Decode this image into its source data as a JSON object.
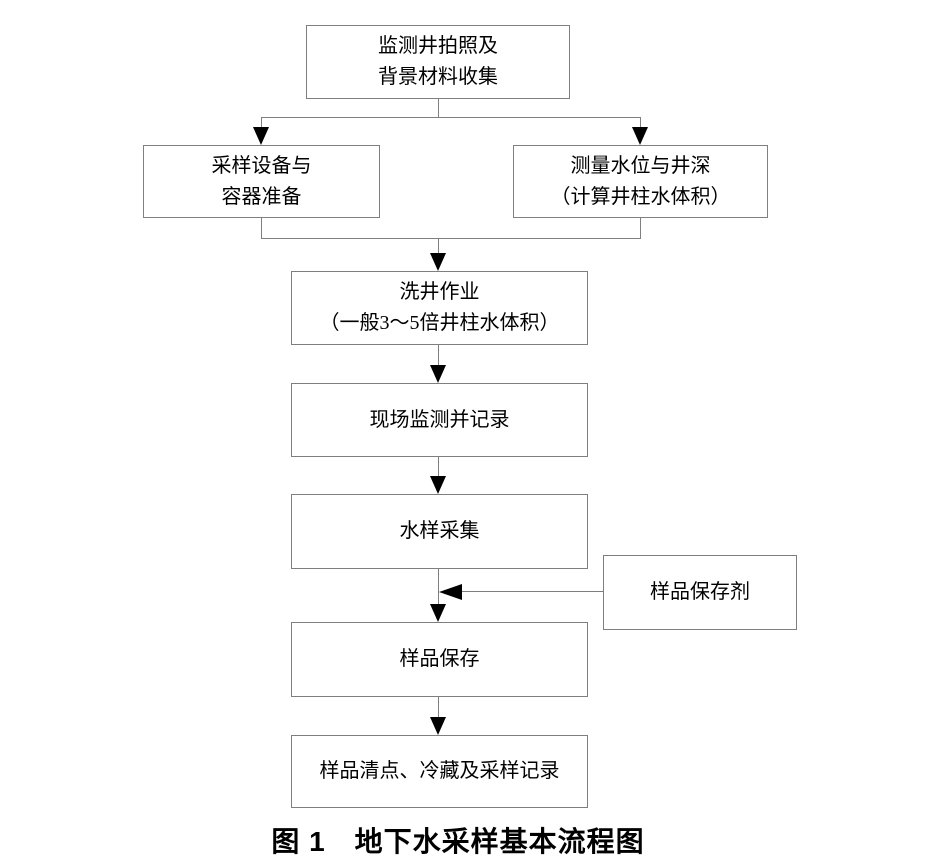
{
  "figure": {
    "type": "flowchart",
    "caption": "图 1　地下水采样基本流程图",
    "boxes": {
      "photo": "监测井拍照及\n背景材料收集",
      "equipment": "采样设备与\n容器准备",
      "measure": "测量水位与井深\n（计算井柱水体积）",
      "wash": "洗井作业\n（一般3～5倍井柱水体积）",
      "monitor": "现场监测并记录",
      "collect": "水样采集",
      "preservative": "样品保存剂",
      "preserve": "样品保存",
      "inventory": "样品清点、冷藏及采样记录"
    },
    "edges": [
      {
        "from": "photo",
        "to": "equipment"
      },
      {
        "from": "photo",
        "to": "measure"
      },
      {
        "from": "equipment",
        "to": "wash"
      },
      {
        "from": "measure",
        "to": "wash"
      },
      {
        "from": "wash",
        "to": "monitor"
      },
      {
        "from": "monitor",
        "to": "collect"
      },
      {
        "from": "collect",
        "to": "preserve"
      },
      {
        "from": "preservative",
        "to": "collect-preserve-connector"
      },
      {
        "from": "preserve",
        "to": "inventory"
      }
    ],
    "colors": {
      "background": "#ffffff",
      "box_border": "#7f7f7f",
      "connector_line": "#7f7f7f",
      "arrowhead": "#000000",
      "text": "#000000"
    }
  }
}
